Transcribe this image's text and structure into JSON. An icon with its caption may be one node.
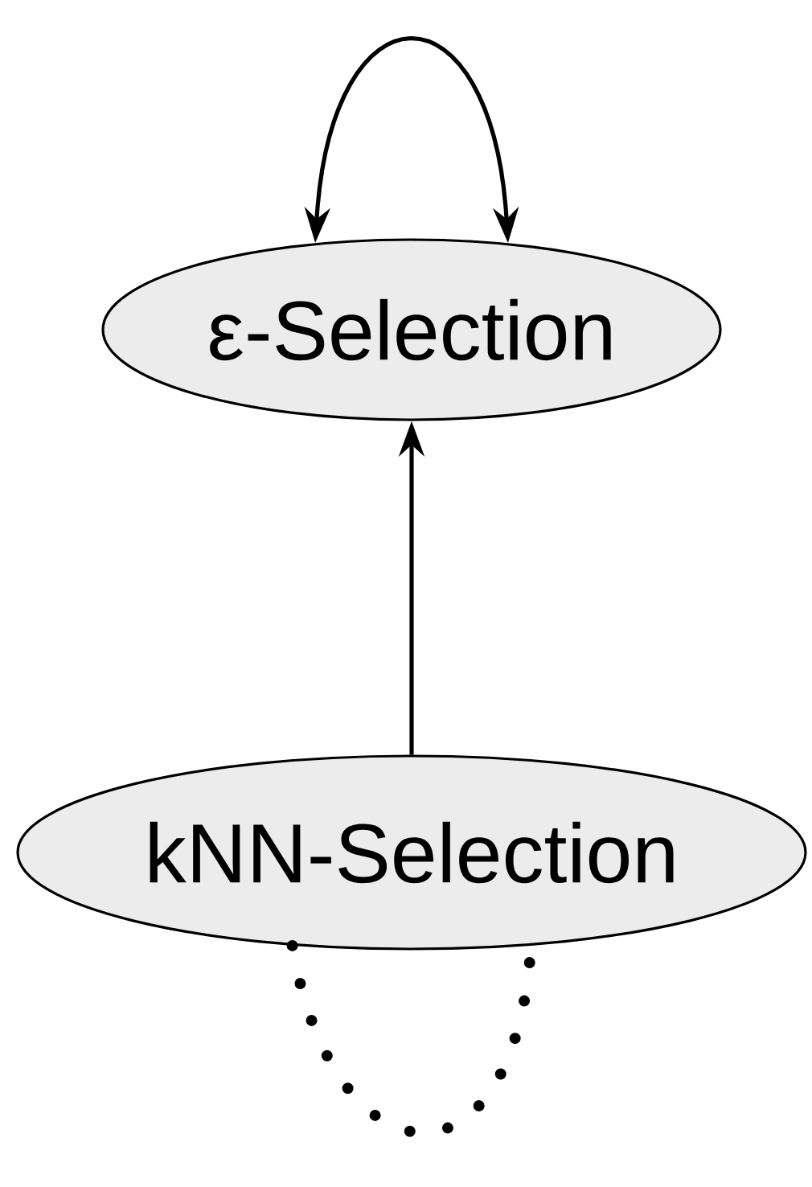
{
  "diagram": {
    "nodes": [
      {
        "text": [
          "ε-Selection"
        ]
      },
      {
        "text": [
          "kNN-Selection"
        ]
      }
    ],
    "edges": [
      {
        "from": 0,
        "to": 0,
        "arrow": "both"
      },
      {
        "from": 1,
        "to": 0,
        "arrow": "to"
      },
      {
        "from": 1,
        "to": 1,
        "arrow": "none",
        "style": "dashed"
      }
    ]
  }
}
